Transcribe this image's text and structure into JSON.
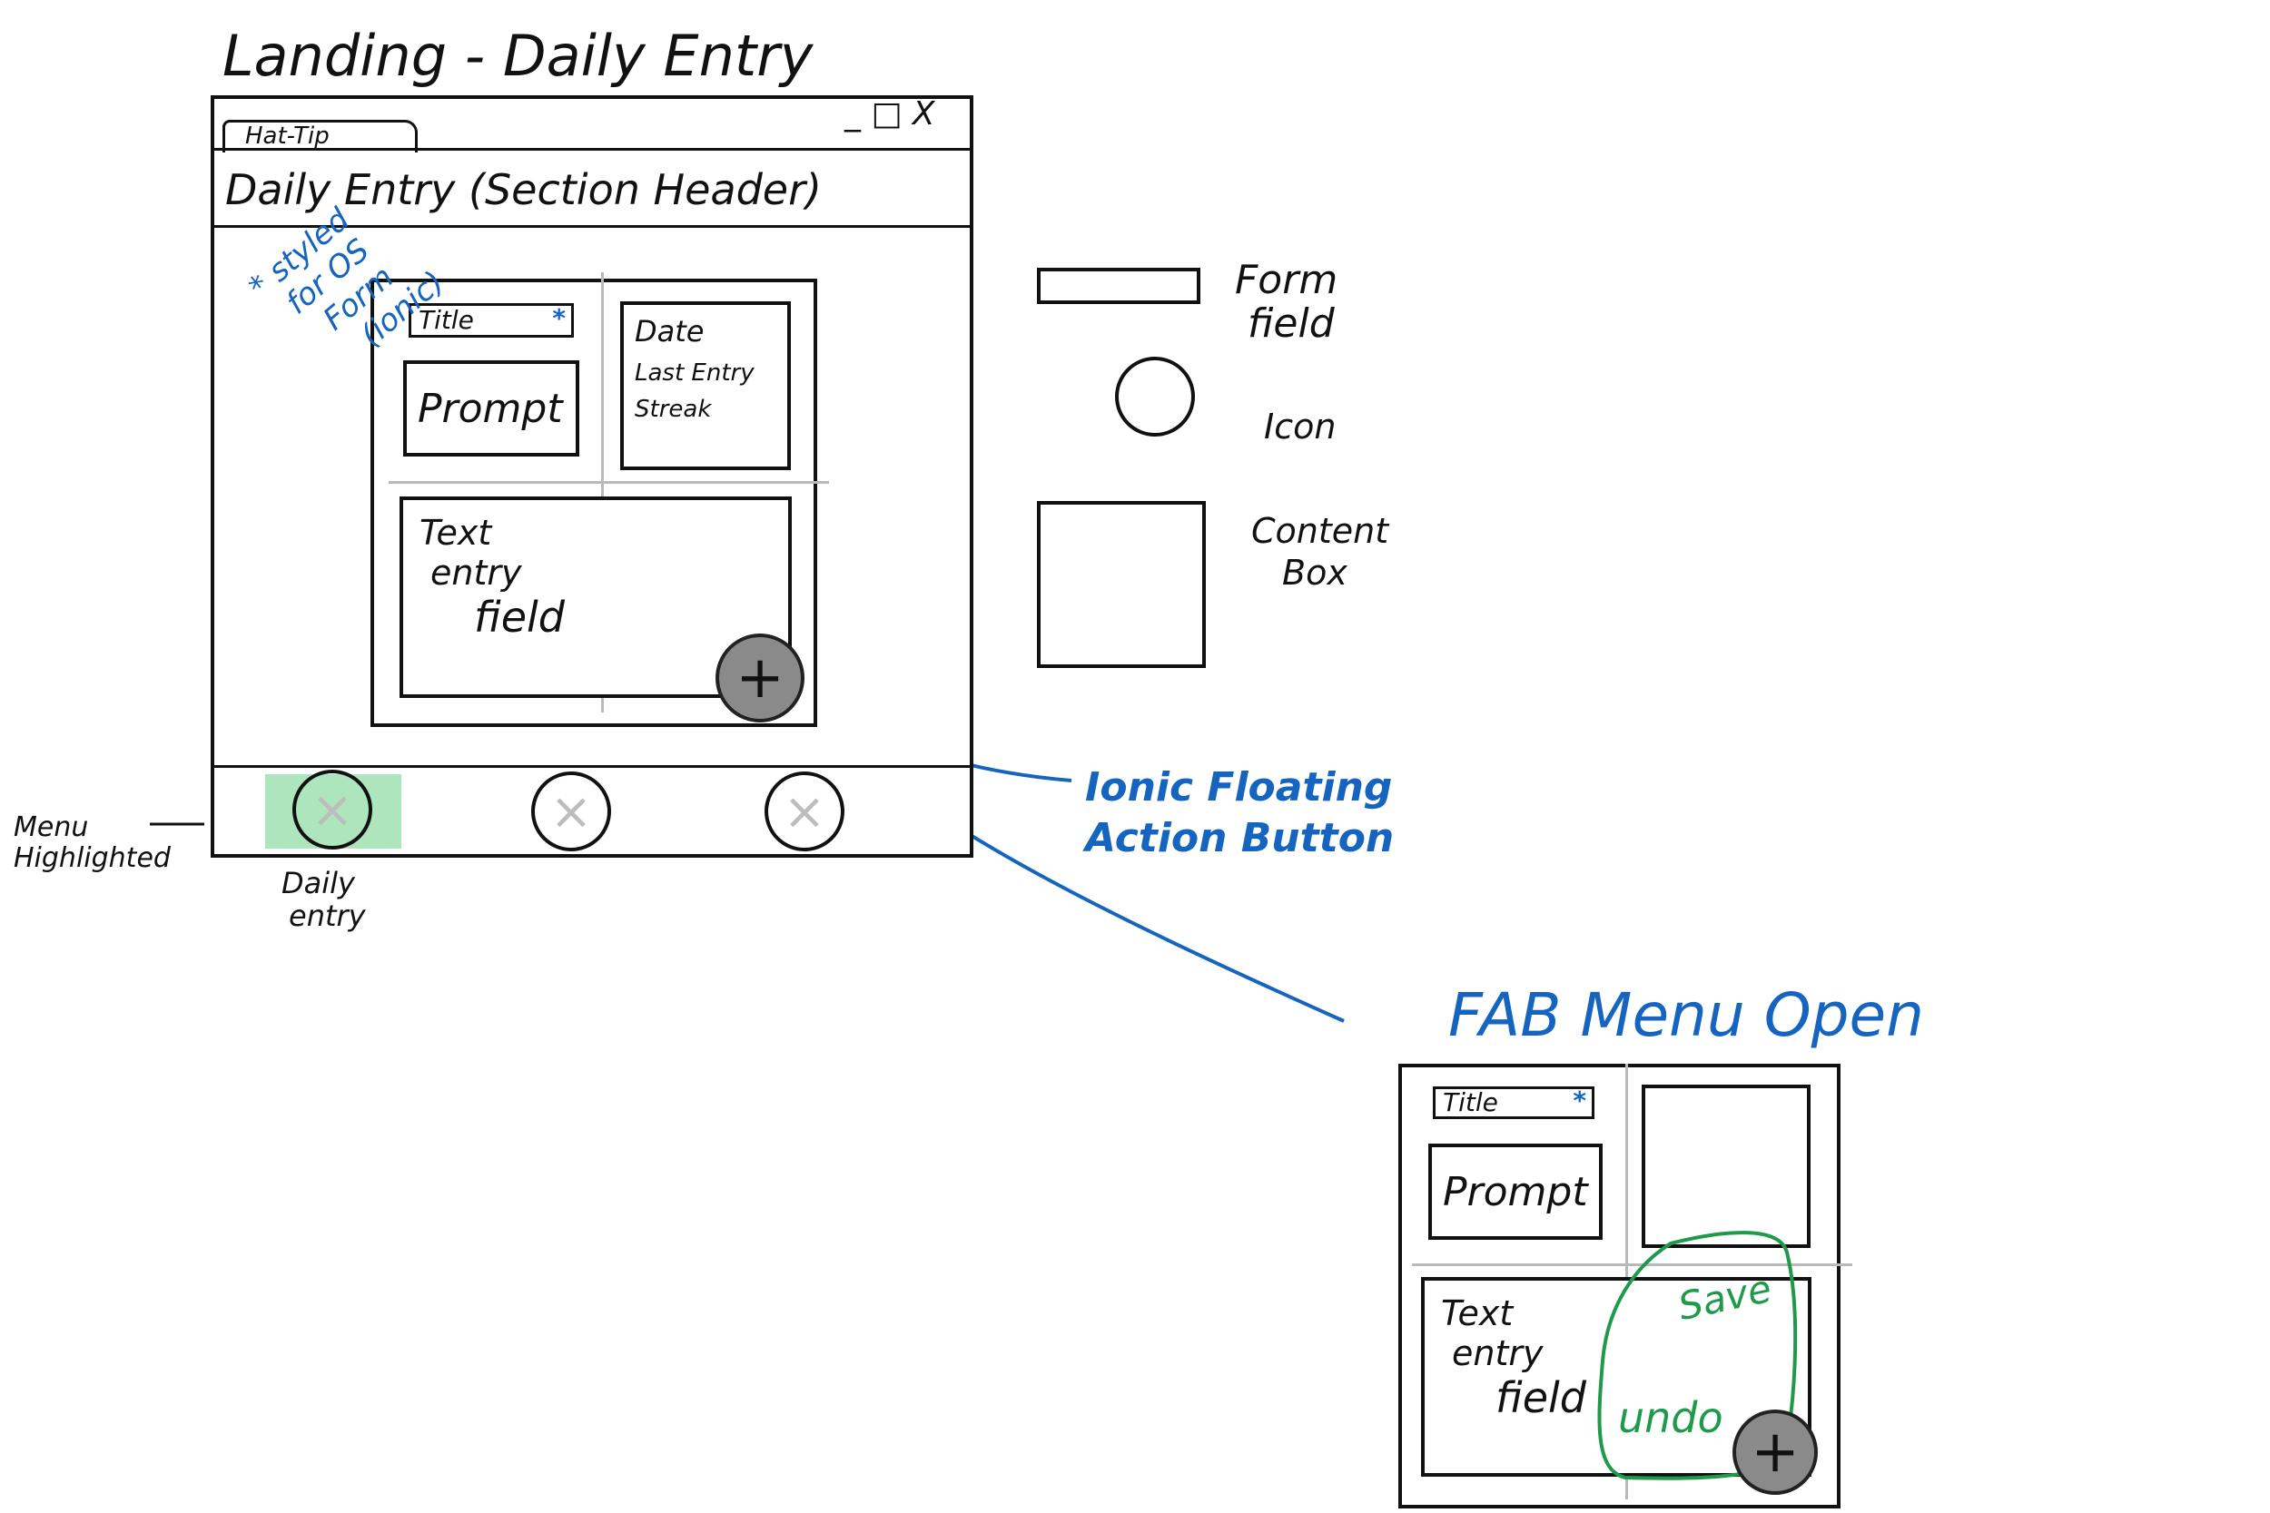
{
  "titles": {
    "landing": "Landing - Daily Entry",
    "fab_menu": "FAB Menu Open"
  },
  "window": {
    "tab_label": "Hat-Tip",
    "controls": "_ □ X",
    "section_header": "Daily Entry (Section Header)"
  },
  "form": {
    "title_field": "Title",
    "title_required": "*",
    "prompt": "Prompt",
    "date_box": [
      "Date",
      "Last Entry",
      "Streak"
    ],
    "text_entry": [
      "Text",
      "entry",
      "field"
    ],
    "fab_icon": "+"
  },
  "notes": {
    "styled": [
      "* styled",
      "for OS",
      "Form",
      "(ionic)"
    ],
    "fab_label": [
      "Ionic Floating",
      "Action Button"
    ],
    "menu_highlighted": [
      "Menu",
      "Highlighted"
    ],
    "daily_entry": [
      "Daily",
      "entry"
    ]
  },
  "legend": {
    "form_field": [
      "Form",
      "field"
    ],
    "icon": "Icon",
    "content_box": [
      "Content",
      "Box"
    ]
  },
  "fab_menu": {
    "save": "Save",
    "undo": "undo"
  },
  "colors": {
    "annotation_blue": "#1565c0",
    "highlight_green": "#1f9a4a",
    "fab_grey": "#8a8a8a"
  }
}
